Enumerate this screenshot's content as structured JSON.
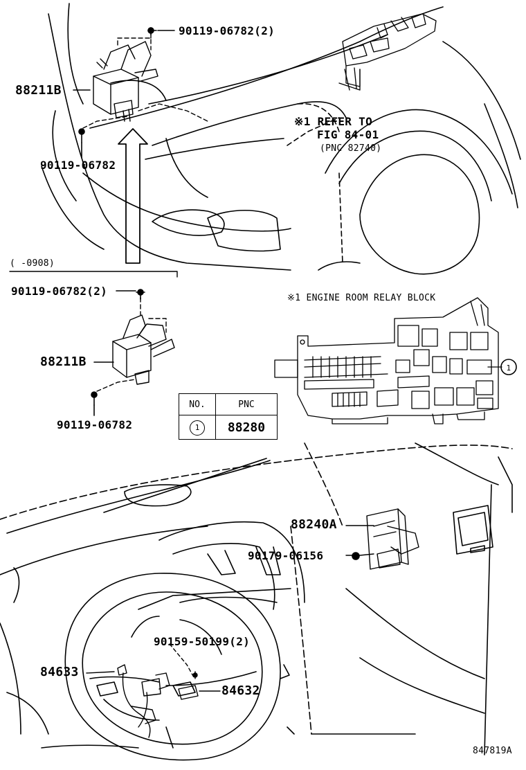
{
  "parts": {
    "bolt_top_2": "90119-06782(2)",
    "bracket_a": "88211B",
    "bolt_top": "90119-06782",
    "refer_line1": "※1 REFER TO",
    "refer_line2": "FIG 84-01",
    "refer_line3": "(PNC 82740)",
    "date_range": "(    -0908)",
    "bolt_mid_2": "90119-06782(2)",
    "bracket_b": "88211B",
    "bolt_mid": "90119-06782",
    "relay_block_title": "※1 ENGINE ROOM RELAY BLOCK",
    "part_88240": "88240A",
    "nut_90179": "90179-06156",
    "screw_90159": "90159-50199(2)",
    "part_84633": "84633",
    "part_84632": "84632",
    "figure_id": "847819A"
  },
  "table": {
    "col_no": "NO.",
    "col_pnc": "PNC",
    "row_no": "1",
    "row_pnc": "88280"
  },
  "relay_callout": "1"
}
